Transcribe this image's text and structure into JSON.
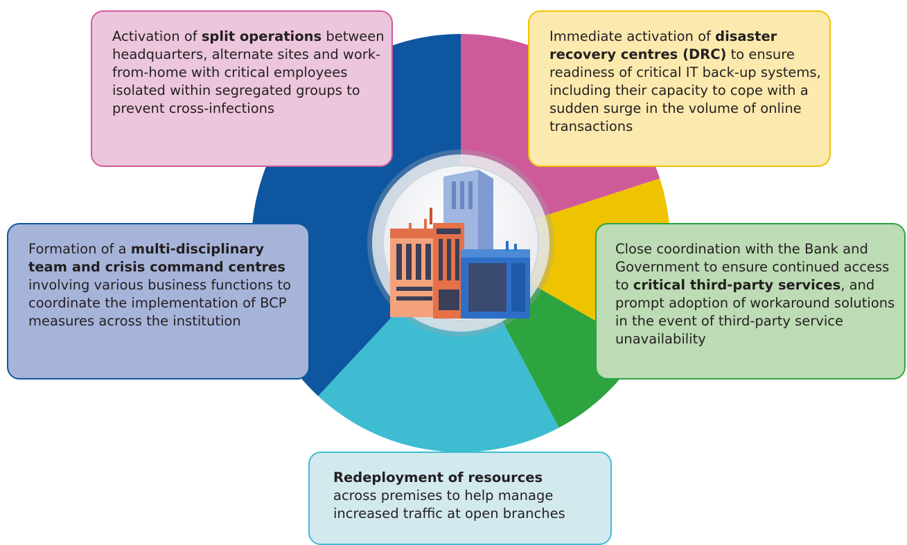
{
  "boxes": {
    "split": {
      "pre": "Activation of ",
      "bold": "split operations",
      "post": " between headquarters, alternate sites and work-from-home with critical employees isolated within segregated groups to prevent cross-infections"
    },
    "drc": {
      "pre": "Immediate activation of ",
      "bold": "disaster recovery centres (DRC)",
      "post": " to ensure readiness of critical IT back-up systems, including their capacity to cope with a sudden surge in the volume of online transactions"
    },
    "team": {
      "pre": "Formation of a ",
      "bold": "multi-disciplinary team and crisis command centres",
      "post": " involving various business functions to coordinate the implementation of BCP measures across the institution"
    },
    "third": {
      "pre": "Close coordination with the Bank and Government to ensure continued access to ",
      "bold": "critical third-party services",
      "post": ", and prompt adoption of workaround solutions in the event of third-party service unavailability"
    },
    "redeploy": {
      "bold": "Redeployment of resources",
      "post": "across premises to help manage increased traffic at open branches"
    }
  },
  "colors": {
    "magenta": "#cf5a9a",
    "yellow": "#eec300",
    "green": "#2da43f",
    "cyan": "#3ebcd2",
    "navy": "#0e56a0"
  },
  "center_icon": "city-buildings-icon"
}
